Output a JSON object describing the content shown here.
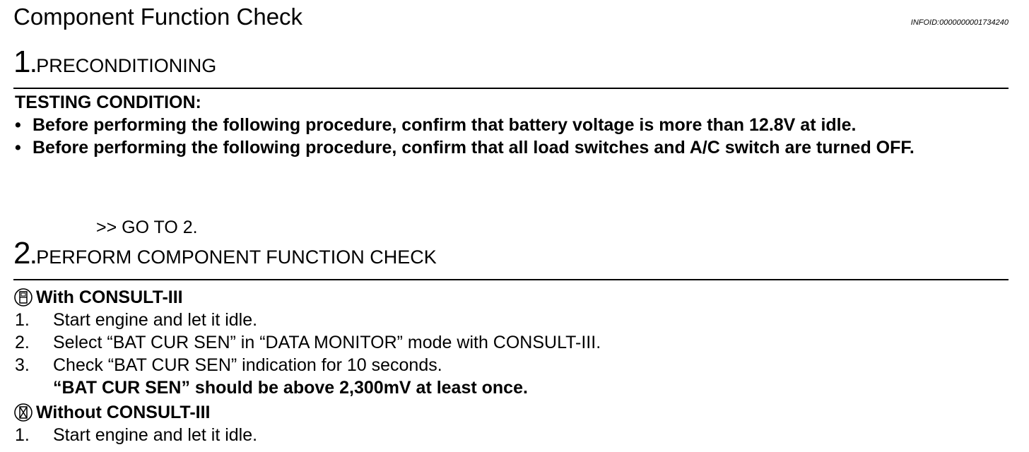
{
  "header": {
    "title": "Component Function Check",
    "info_id": "INFOID:0000000001734240"
  },
  "step1": {
    "number": "1",
    "dot": ".",
    "heading": "PRECONDITIONING",
    "testing_condition_label": "TESTING CONDITION:",
    "bullets": [
      {
        "mark": "•",
        "text": "Before performing the following procedure, confirm that battery voltage is more than 12.8V at idle."
      },
      {
        "mark": "•",
        "text": "Before performing the following procedure, confirm that all load switches and A/C switch are turned OFF."
      }
    ],
    "goto": ">> GO TO 2."
  },
  "step2": {
    "number": "2",
    "dot": ".",
    "heading": "PERFORM COMPONENT FUNCTION CHECK",
    "with_consult": {
      "icon": "consult-tool-icon",
      "label": "With CONSULT-III",
      "steps": [
        {
          "num": "1.",
          "text": "Start engine and let it idle."
        },
        {
          "num": "2.",
          "text": "Select “BAT CUR SEN” in “DATA MONITOR” mode with CONSULT-III."
        },
        {
          "num": "3.",
          "text": "Check “BAT CUR SEN” indication for 10 seconds."
        }
      ],
      "spec": "“BAT CUR SEN” should be above 2,300mV at least once."
    },
    "without_consult": {
      "icon": "no-consult-icon",
      "label": "Without CONSULT-III",
      "steps": [
        {
          "num": "1.",
          "text": "Start engine and let it idle."
        }
      ]
    }
  }
}
